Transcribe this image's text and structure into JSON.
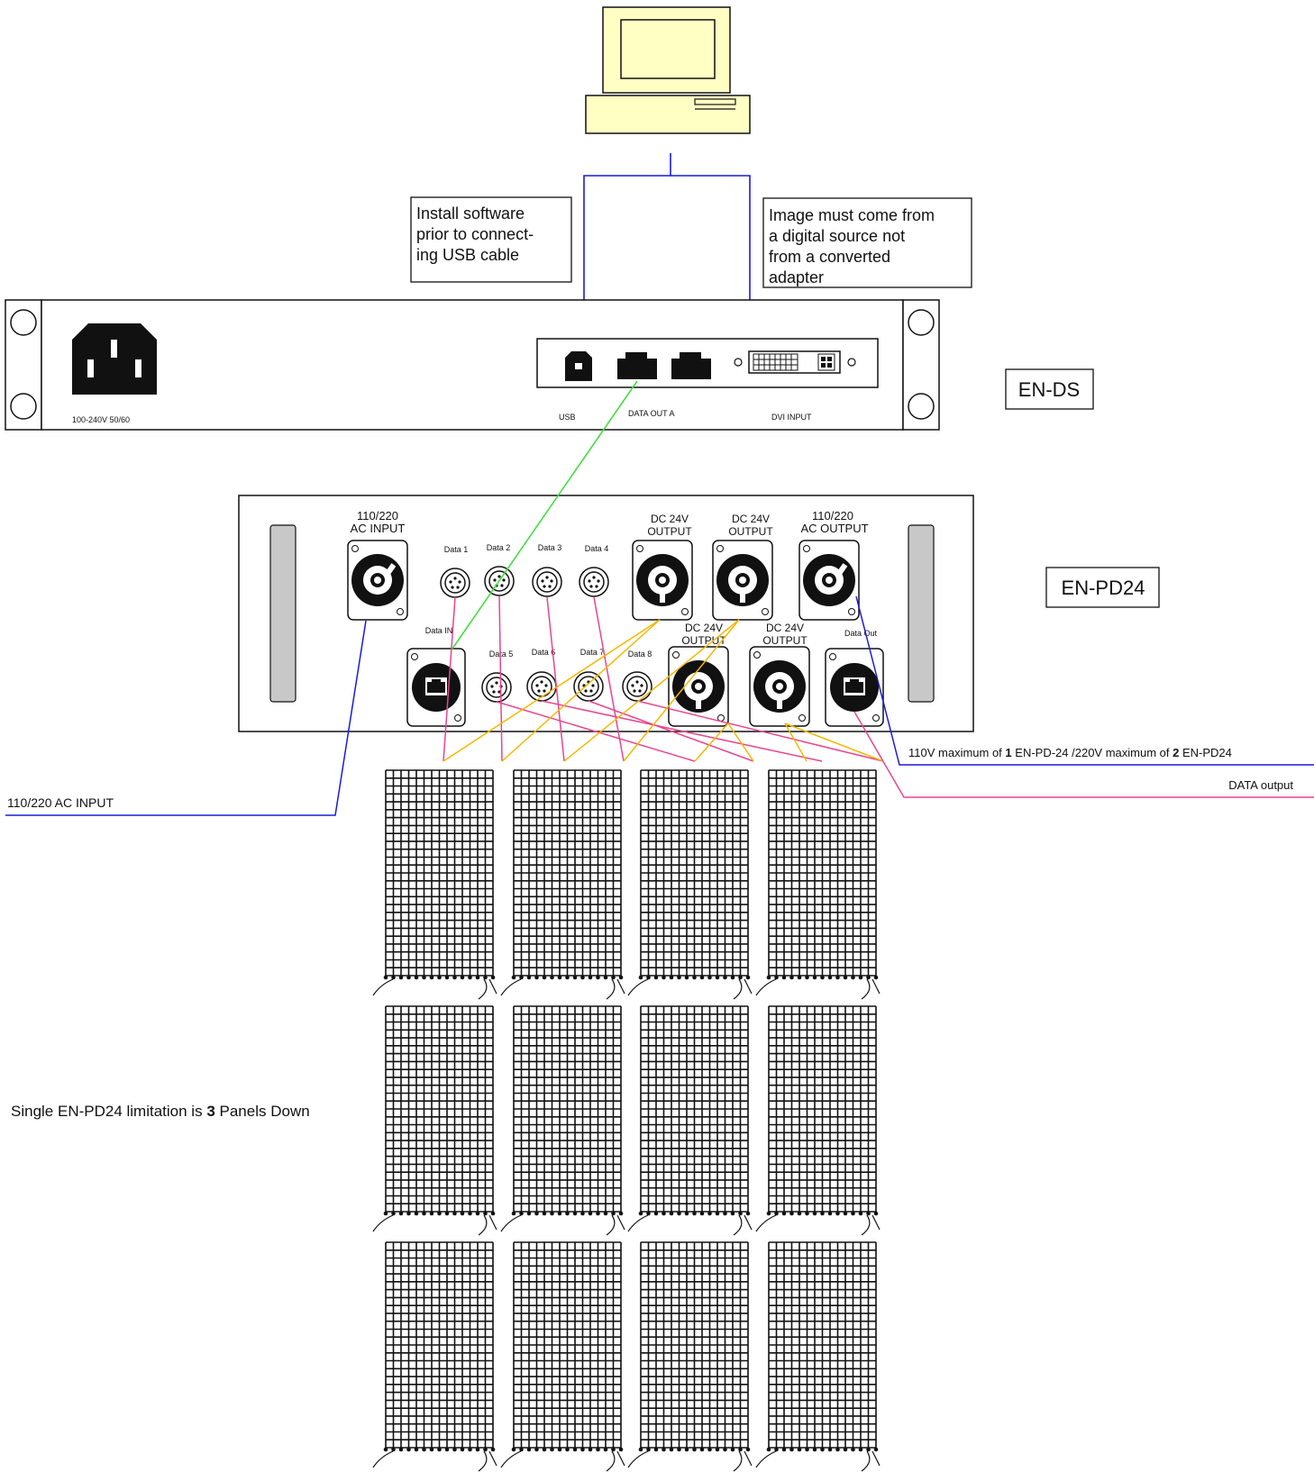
{
  "notes": {
    "usb": [
      "Install software",
      "prior to connect-",
      "ing USB cable"
    ],
    "dvi": [
      "Image must come from",
      "a digital source not",
      "from a converted",
      "adapter"
    ]
  },
  "en_ds": {
    "name": "EN-DS",
    "power_label": "100-240V 50/60",
    "usb_label": "USB",
    "data_out_label": "DATA OUT A",
    "dvi_label": "DVI INPUT"
  },
  "en_pd24": {
    "name": "EN-PD24",
    "ac_input": [
      "110/220",
      "AC INPUT"
    ],
    "ac_output": [
      "110/220",
      "AC OUTPUT"
    ],
    "dc_output": [
      "DC 24V",
      "OUTPUT"
    ],
    "data_in": "Data IN",
    "data_out": "Data Out",
    "data_ports": [
      "Data 1",
      "Data 2",
      "Data 3",
      "Data 4",
      "Data 5",
      "Data 6",
      "Data 7",
      "Data 8"
    ]
  },
  "callouts": {
    "ac_input": "110/220 AC INPUT",
    "power_max": {
      "a": "110V maximum of ",
      "b": "1",
      "c": " EN-PD-24 /220V maximum of ",
      "d": "2",
      "e": " EN-PD24"
    },
    "data_output": "DATA output",
    "limitation": {
      "a": "Single EN-PD24 limitation is ",
      "b": "3",
      "c": " Panels Down"
    }
  },
  "colors": {
    "usb_dvi_cable": "#1a1adb",
    "data_link": "#44dd44",
    "data_cable": "#e8458f",
    "dc_cable": "#f5b800",
    "ac_cable": "#1a1adb",
    "computer": "#ffffc4"
  },
  "panels": {
    "columns": 4,
    "rows": 3
  }
}
